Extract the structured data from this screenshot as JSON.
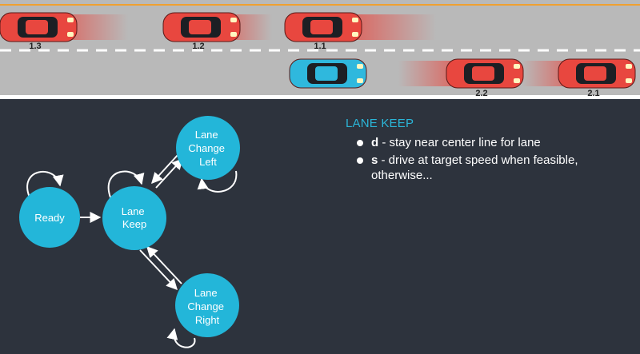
{
  "road": {
    "cars": [
      {
        "id": "1.3",
        "label": "1.3",
        "color": "red",
        "lane": 1,
        "trail": true
      },
      {
        "id": "1.2",
        "label": "1.2",
        "color": "red",
        "lane": 1,
        "trail": true
      },
      {
        "id": "1.1",
        "label": "1.1",
        "color": "red",
        "lane": 1,
        "trail": true
      },
      {
        "id": "ego",
        "label": "",
        "color": "blue",
        "lane": 2,
        "trail": false
      },
      {
        "id": "2.2",
        "label": "2.2",
        "color": "red",
        "lane": 2,
        "trail": true
      },
      {
        "id": "2.1",
        "label": "2.1",
        "color": "red",
        "lane": 2,
        "trail": true
      }
    ]
  },
  "fsm": {
    "states": {
      "ready": [
        "Ready"
      ],
      "lane_keep": [
        "Lane",
        "Keep"
      ],
      "change_left": [
        "Lane",
        "Change",
        "Left"
      ],
      "change_right": [
        "Lane",
        "Change",
        "Right"
      ]
    }
  },
  "panel": {
    "title": "LANE KEEP",
    "items": [
      {
        "key": "d",
        "text": " - stay near center line for lane"
      },
      {
        "key": "s",
        "text": " - drive at target speed when feasible, otherwise..."
      }
    ]
  },
  "colors": {
    "background": "#2d333d",
    "road": "#b9b9b9",
    "node": "#23b6d9",
    "car_red": "#e8473f",
    "car_blue": "#2fb8dd",
    "accent_line": "#f0a030"
  }
}
